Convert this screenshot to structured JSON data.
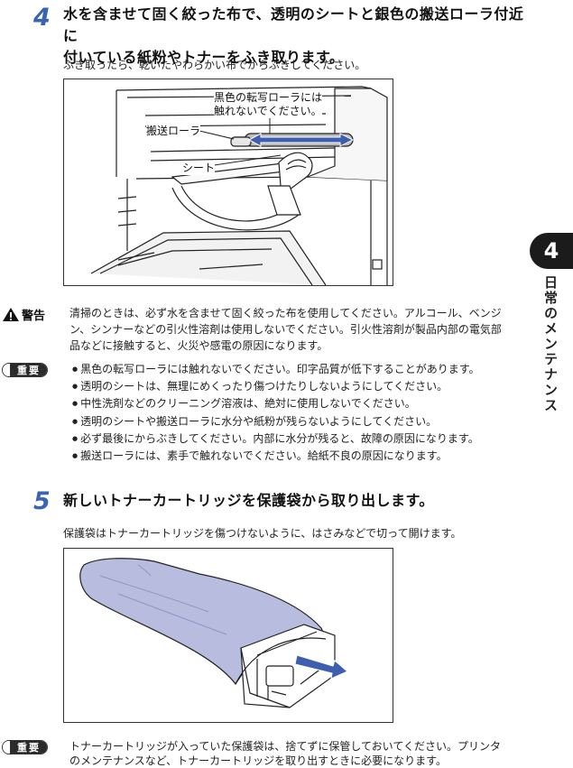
{
  "step4": {
    "number": "4",
    "title_line1": "水を含ませて固く絞った布で、透明のシートと銀色の搬送ローラ付近に",
    "title_line2": "付いている紙粉やトナーをふき取ります。",
    "note": "ふき取ったら、乾いたやわらかい布でからぶきしてください。",
    "figure": {
      "callout_roller_line1": "黒色の転写ローラには",
      "callout_roller_line2": "触れないでください。",
      "callout_transport": "搬送ローラ",
      "callout_sheet": "シート"
    }
  },
  "warning": {
    "label": "警告",
    "line1": "清掃のときは、必ず水を含ませて固く絞った布を使用してください。アルコール、ベンジ",
    "line2": "ン、シンナーなどの引火性溶剤は使用しないでください。引火性溶剤が製品内部の電気部",
    "line3": "品などに接触すると、火災や感電の原因になります。"
  },
  "important1": {
    "label": "重要",
    "items": [
      "黒色の転写ローラには触れないでください。印字品質が低下することがあります。",
      "透明のシートは、無理にめくったり傷つけたりしないようにしてください。",
      "中性洗剤などのクリーニング溶液は、絶対に使用しないでください。",
      "透明のシートや搬送ローラに水分や紙粉が残らないようにしてください。",
      "必ず最後にからぶきしてください。内部に水分が残ると、故障の原因になります。",
      "搬送ローラには、素手で触れないでください。給紙不良の原因になります。"
    ]
  },
  "step5": {
    "number": "5",
    "title": "新しいトナーカートリッジを保護袋から取り出します。",
    "note": "保護袋はトナーカートリッジを傷つけないように、はさみなどで切って開けます。"
  },
  "important2": {
    "label": "重要",
    "line1": "トナーカートリッジが入っていた保護袋は、捨てずに保管しておいてください。プリンタ",
    "line2": "のメンテナンスなど、トナーカートリッジを取り出すときに必要になります。"
  },
  "sidebar": {
    "chapter": "4",
    "chapter_title": "日常のメンテナンス"
  },
  "colors": {
    "step_number": "#3a63b4",
    "bag_fill": "#b8bde0",
    "arrow_fill": "#3e5fb0"
  }
}
